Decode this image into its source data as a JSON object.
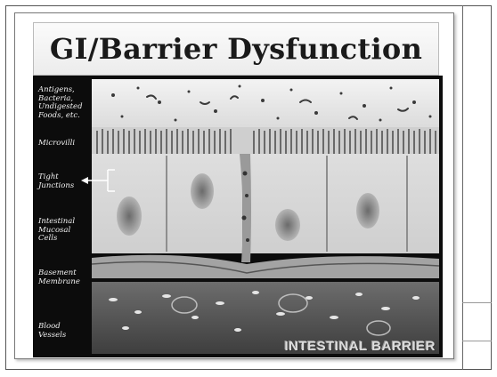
{
  "slide": {
    "title": "GI/Barrier Dysfunction"
  },
  "figure": {
    "labels": [
      "Antigens,\nBacteria,\nUndigested\nFoods, etc.",
      "Microvilli",
      "Tight\nJunctions",
      "Intestinal\nMucosal\nCells",
      "Basement\nMembrane",
      "Blood\nVessels"
    ],
    "caption": "INTESTINAL BARRIER"
  }
}
